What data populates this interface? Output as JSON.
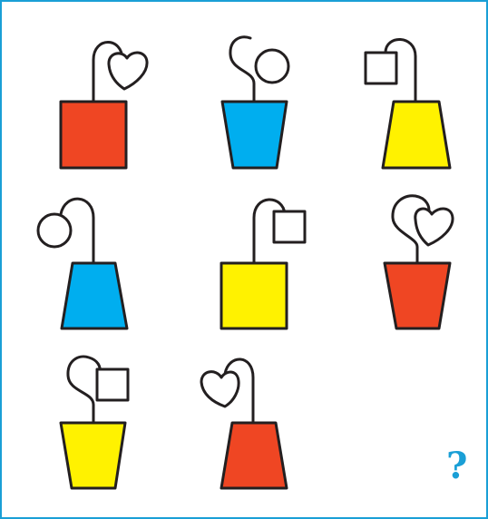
{
  "puzzle": {
    "question_mark": "?",
    "colors": {
      "red": "#ef4623",
      "blue": "#00aeef",
      "yellow": "#fff200",
      "stroke": "#231f20",
      "frame": "#1a9fd6"
    },
    "cells": [
      {
        "row": 1,
        "col": 1,
        "pot": "square",
        "color": "red",
        "topper": "heart",
        "side": "right"
      },
      {
        "row": 1,
        "col": 2,
        "pot": "down-trapezoid",
        "color": "blue",
        "topper": "circle",
        "side": "right"
      },
      {
        "row": 1,
        "col": 3,
        "pot": "up-trapezoid",
        "color": "yellow",
        "topper": "square",
        "side": "left"
      },
      {
        "row": 2,
        "col": 1,
        "pot": "up-trapezoid",
        "color": "blue",
        "topper": "circle",
        "side": "left"
      },
      {
        "row": 2,
        "col": 2,
        "pot": "square",
        "color": "yellow",
        "topper": "square",
        "side": "right"
      },
      {
        "row": 2,
        "col": 3,
        "pot": "down-trapezoid",
        "color": "red",
        "topper": "heart",
        "side": "right"
      },
      {
        "row": 3,
        "col": 1,
        "pot": "down-trapezoid",
        "color": "yellow",
        "topper": "square",
        "side": "right"
      },
      {
        "row": 3,
        "col": 2,
        "pot": "up-trapezoid",
        "color": "red",
        "topper": "heart",
        "side": "left"
      },
      {
        "row": 3,
        "col": 3,
        "pot": "unknown",
        "color": "",
        "topper": "",
        "side": ""
      }
    ]
  }
}
